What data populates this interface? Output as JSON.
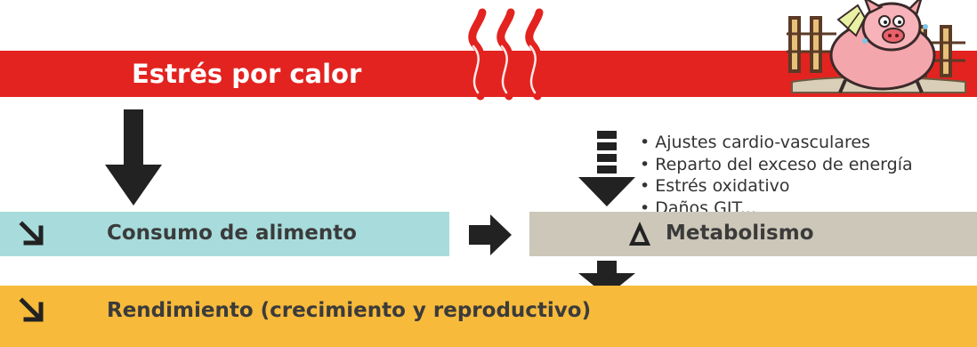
{
  "header": {
    "title": "Estrés por calor"
  },
  "boxes": {
    "consumo": {
      "label": "Consumo de alimento",
      "indicator": "decrease-arrow-icon"
    },
    "metabolismo": {
      "label": "Metabolismo",
      "indicator": "delta-icon"
    },
    "rendimiento": {
      "label": "Rendimiento (crecimiento y reproductivo)",
      "indicator": "decrease-arrow-icon"
    }
  },
  "effects": [
    "• Ajustes cardio-vasculares",
    "• Reparto del exceso de energía",
    "• Estrés oxidativo",
    "• Daños GIT..."
  ],
  "colors": {
    "header_red": "#e3231f",
    "consumo_teal": "#a8dcdc",
    "metabolismo_gray": "#cdc7b9",
    "rendimiento_orange": "#f7ba3a",
    "arrow_dark": "#222222"
  }
}
